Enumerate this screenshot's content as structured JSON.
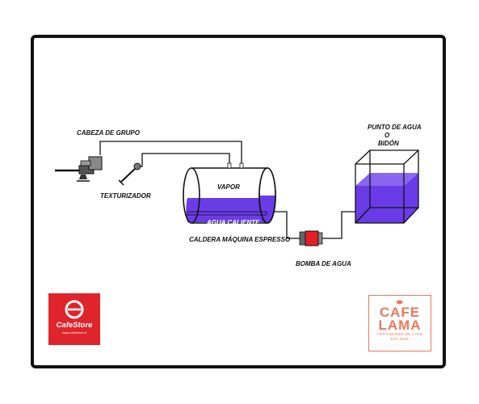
{
  "labels": {
    "group_head": "CABEZA DE GRUPO",
    "steam_wand": "TEXTURIZADOR",
    "steam": "VAPOR",
    "hot_water": "AGUA CALIENTE",
    "boiler": "CALDERA MÁQUINA ESPRESSO",
    "pump": "BOMBA DE AGUA",
    "water_point_line1": "PUNTO DE AGUA",
    "water_point_line2": "O",
    "water_point_line3": "BIDÓN"
  },
  "logos": {
    "cafestore_name": "CafeStore",
    "cafestore_url": "www.cafestore.cl",
    "cafelama_line1": "CAFE",
    "cafelama_line2": "LAMA",
    "cafelama_tagline": "TOSTADORES DE CAFE",
    "cafelama_est": "EST.2009"
  },
  "colors": {
    "water": "#6a3ce8",
    "pump_red": "#e3202a",
    "cafestore_red": "#e0242c",
    "cafelama_orange": "#e8785a",
    "line": "#111111"
  }
}
